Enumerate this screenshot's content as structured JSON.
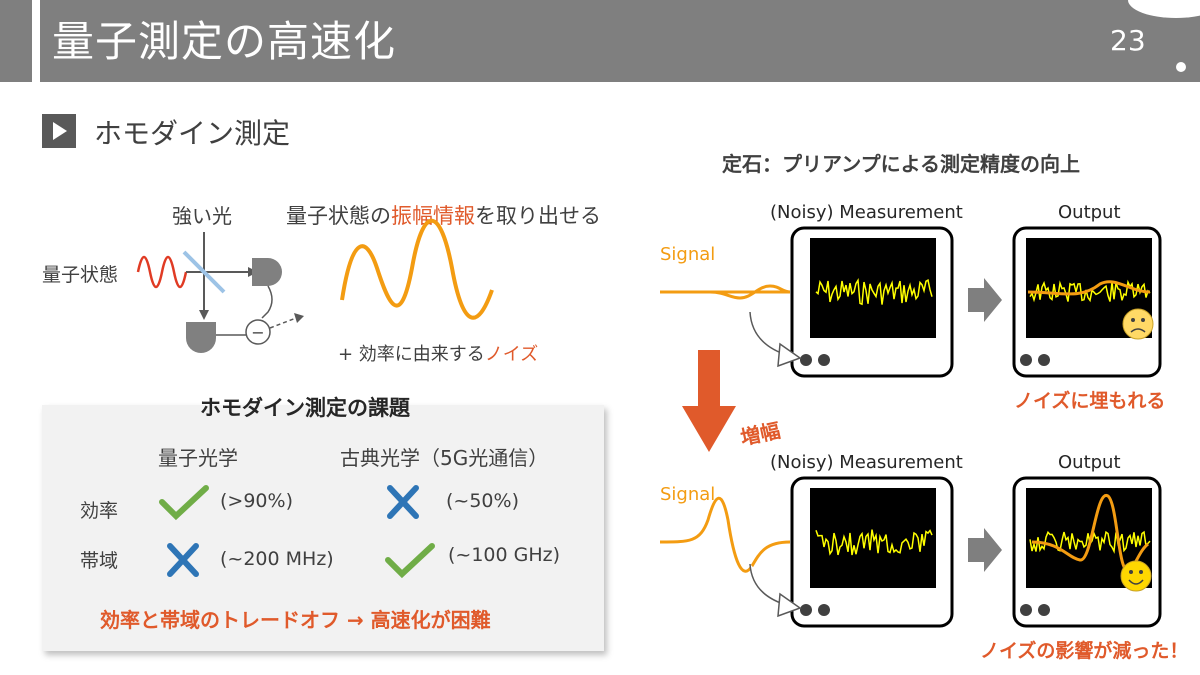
{
  "header": {
    "title": "量子測定の高速化",
    "slide_number": "23"
  },
  "section": {
    "heading": "ホモダイン測定"
  },
  "homodyne": {
    "strong_light_label": "強い光",
    "quantum_state_label": "量子状態",
    "amplitude_text_pre": "量子状態の",
    "amplitude_text_accent": "振幅情報",
    "amplitude_text_post": "を取り出せる",
    "noise_text_pre": "+ 効率に由来する",
    "noise_text_accent": "ノイズ",
    "minus_symbol": "−"
  },
  "challenge": {
    "title": "ホモダイン測定の課題",
    "col_quantum": "量子光学",
    "col_classical": "古典光学（5G光通信）",
    "rows": [
      {
        "label": "効率",
        "quantum_value": "(>90%)",
        "quantum_icon": "check-icon",
        "classical_value": "(~50%)",
        "classical_icon": "cross-icon"
      },
      {
        "label": "帯域",
        "quantum_value": "(~200 MHz)",
        "quantum_icon": "cross-icon",
        "classical_value": "(~100 GHz)",
        "classical_icon": "check-icon"
      }
    ],
    "conclusion": "効率と帯域のトレードオフ → 高速化が困難"
  },
  "preamp": {
    "title": "定石：プリアンプによる測定精度の向上",
    "amplify_label": "増幅",
    "top": {
      "signal_label": "Signal",
      "measurement_label": "(Noisy) Measurement",
      "output_label": "Output",
      "result_text": "ノイズに埋もれる",
      "face_icon": "sad-face-icon"
    },
    "bottom": {
      "signal_label": "Signal",
      "measurement_label": "(Noisy) Measurement",
      "output_label": "Output",
      "result_text": "ノイズの影響が減った！",
      "face_icon": "happy-face-icon"
    }
  },
  "colors": {
    "header_gray": "#7f7f7f",
    "accent_orange": "#e05a2b",
    "wave_orange": "#f39c12",
    "check_green": "#70ad47",
    "cross_blue": "#2e75b6",
    "noise_yellow": "#ffff00"
  }
}
